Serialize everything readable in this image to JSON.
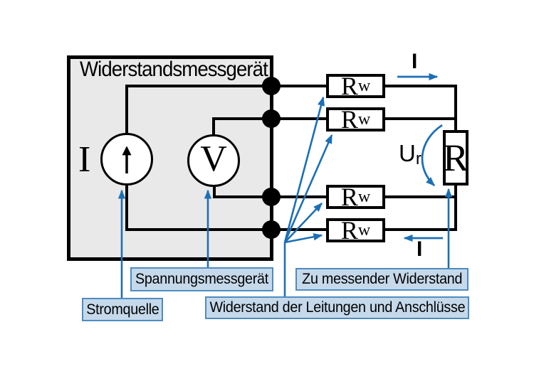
{
  "diagram": {
    "title": "Widerstandsmessgerät",
    "source_label": "I",
    "voltmeter_label": "V",
    "rw_main": "R",
    "rw_sub": "w",
    "r_label": "R",
    "ur_main": "U",
    "ur_sub": "r",
    "current_top": "I",
    "current_bottom": "I",
    "callouts": {
      "stromquelle": "Stromquelle",
      "spannungsmessgeraet": "Spannungsmessgerät",
      "zu_messender_widerstand": "Zu messender Widerstand",
      "widerstand_leitungen": "Widerstand der Leitungen und Anschlüsse"
    },
    "colors": {
      "accent_blue": "#1d6fb5",
      "callout_fill": "#c6d9eb",
      "callout_border": "#4e8cc0",
      "device_fill": "#e9e9e9",
      "line_black": "#000000"
    }
  }
}
